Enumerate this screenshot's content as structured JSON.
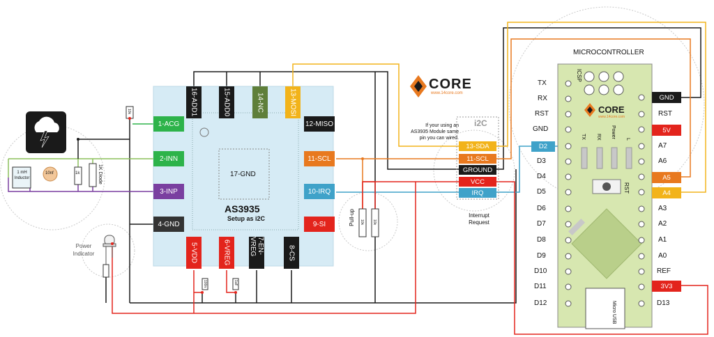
{
  "chip": {
    "title": "AS3935",
    "subtitle": "Setup as i2C",
    "gnd_label": "17-GND",
    "pins": {
      "top": [
        {
          "label": "16-ADD1",
          "color": "#1a1a1a"
        },
        {
          "label": "15-ADD0",
          "color": "#1a1a1a"
        },
        {
          "label": "14-NC",
          "color": "#5f7f3a"
        },
        {
          "label": "13-MOSI",
          "color": "#f2b31a"
        }
      ],
      "left": [
        {
          "label": "1-ACG",
          "color": "#2db34a"
        },
        {
          "label": "2-INN",
          "color": "#2db34a"
        },
        {
          "label": "3-INP",
          "color": "#7a3fa0"
        },
        {
          "label": "4-GND",
          "color": "#333333"
        }
      ],
      "right": [
        {
          "label": "12-MISO",
          "color": "#1a1a1a"
        },
        {
          "label": "11-SCL",
          "color": "#e8791f"
        },
        {
          "label": "10-IRQ",
          "color": "#3fa2c9"
        },
        {
          "label": "9-SI",
          "color": "#e3241c"
        }
      ],
      "bottom": [
        {
          "label": "5-VDD",
          "color": "#e3241c"
        },
        {
          "label": "6-VREG",
          "color": "#e3241c"
        },
        {
          "label": "7-EN-VREG",
          "color": "#1a1a1a"
        },
        {
          "label": "8-CS",
          "color": "#1a1a1a"
        }
      ]
    }
  },
  "module": {
    "note": "If your using an AS3935 Module same pin you can wired.",
    "header": "i2C",
    "pins": [
      {
        "label": "13-SDA",
        "color": "#f2b31a"
      },
      {
        "label": "11-SCL",
        "color": "#e8791f"
      },
      {
        "label": "GROUND",
        "color": "#1a1a1a"
      },
      {
        "label": "VCC",
        "color": "#e3241c"
      },
      {
        "label": "IRQ",
        "color": "#3fa2c9"
      }
    ],
    "interrupt": "Interrupt Request"
  },
  "logo": {
    "text": "CORE",
    "url": "www.14core.com"
  },
  "nano": {
    "title": "MICROCONTROLLER",
    "icsp": "ICSP",
    "leds": [
      "TX",
      "RX",
      "Power",
      "L"
    ],
    "rst_button": "RST",
    "usb": "Micro USB",
    "left_pins": [
      "TX",
      "RX",
      "RST",
      "GND",
      "D2",
      "D3",
      "D4",
      "D5",
      "D6",
      "D7",
      "D8",
      "D9",
      "D10",
      "D11",
      "D12"
    ],
    "right_pins": [
      "GND",
      "RST",
      "5V",
      "A7",
      "A6",
      "A5",
      "A4",
      "A3",
      "A2",
      "A1",
      "A0",
      "REF",
      "3V3",
      "D13"
    ],
    "highlight_left": {
      "D2": "#3fa2c9"
    },
    "highlight_right": {
      "GND": "#1a1a1a",
      "5V": "#e3241c",
      "A5": "#e8791f",
      "A4": "#f2b31a",
      "3V3": "#e3241c"
    }
  },
  "components": {
    "inductor": "1 mH Inductor",
    "cap": "10nf",
    "r1": "1k",
    "diode": "1K Diode",
    "r_acg": "10k",
    "pullup_label": "Pull-up",
    "r_pull1": "10k",
    "r_pull2": "10k",
    "cap_vdd": "100n",
    "cap_vreg": "1uF",
    "power_indicator": "Power Indicator"
  }
}
